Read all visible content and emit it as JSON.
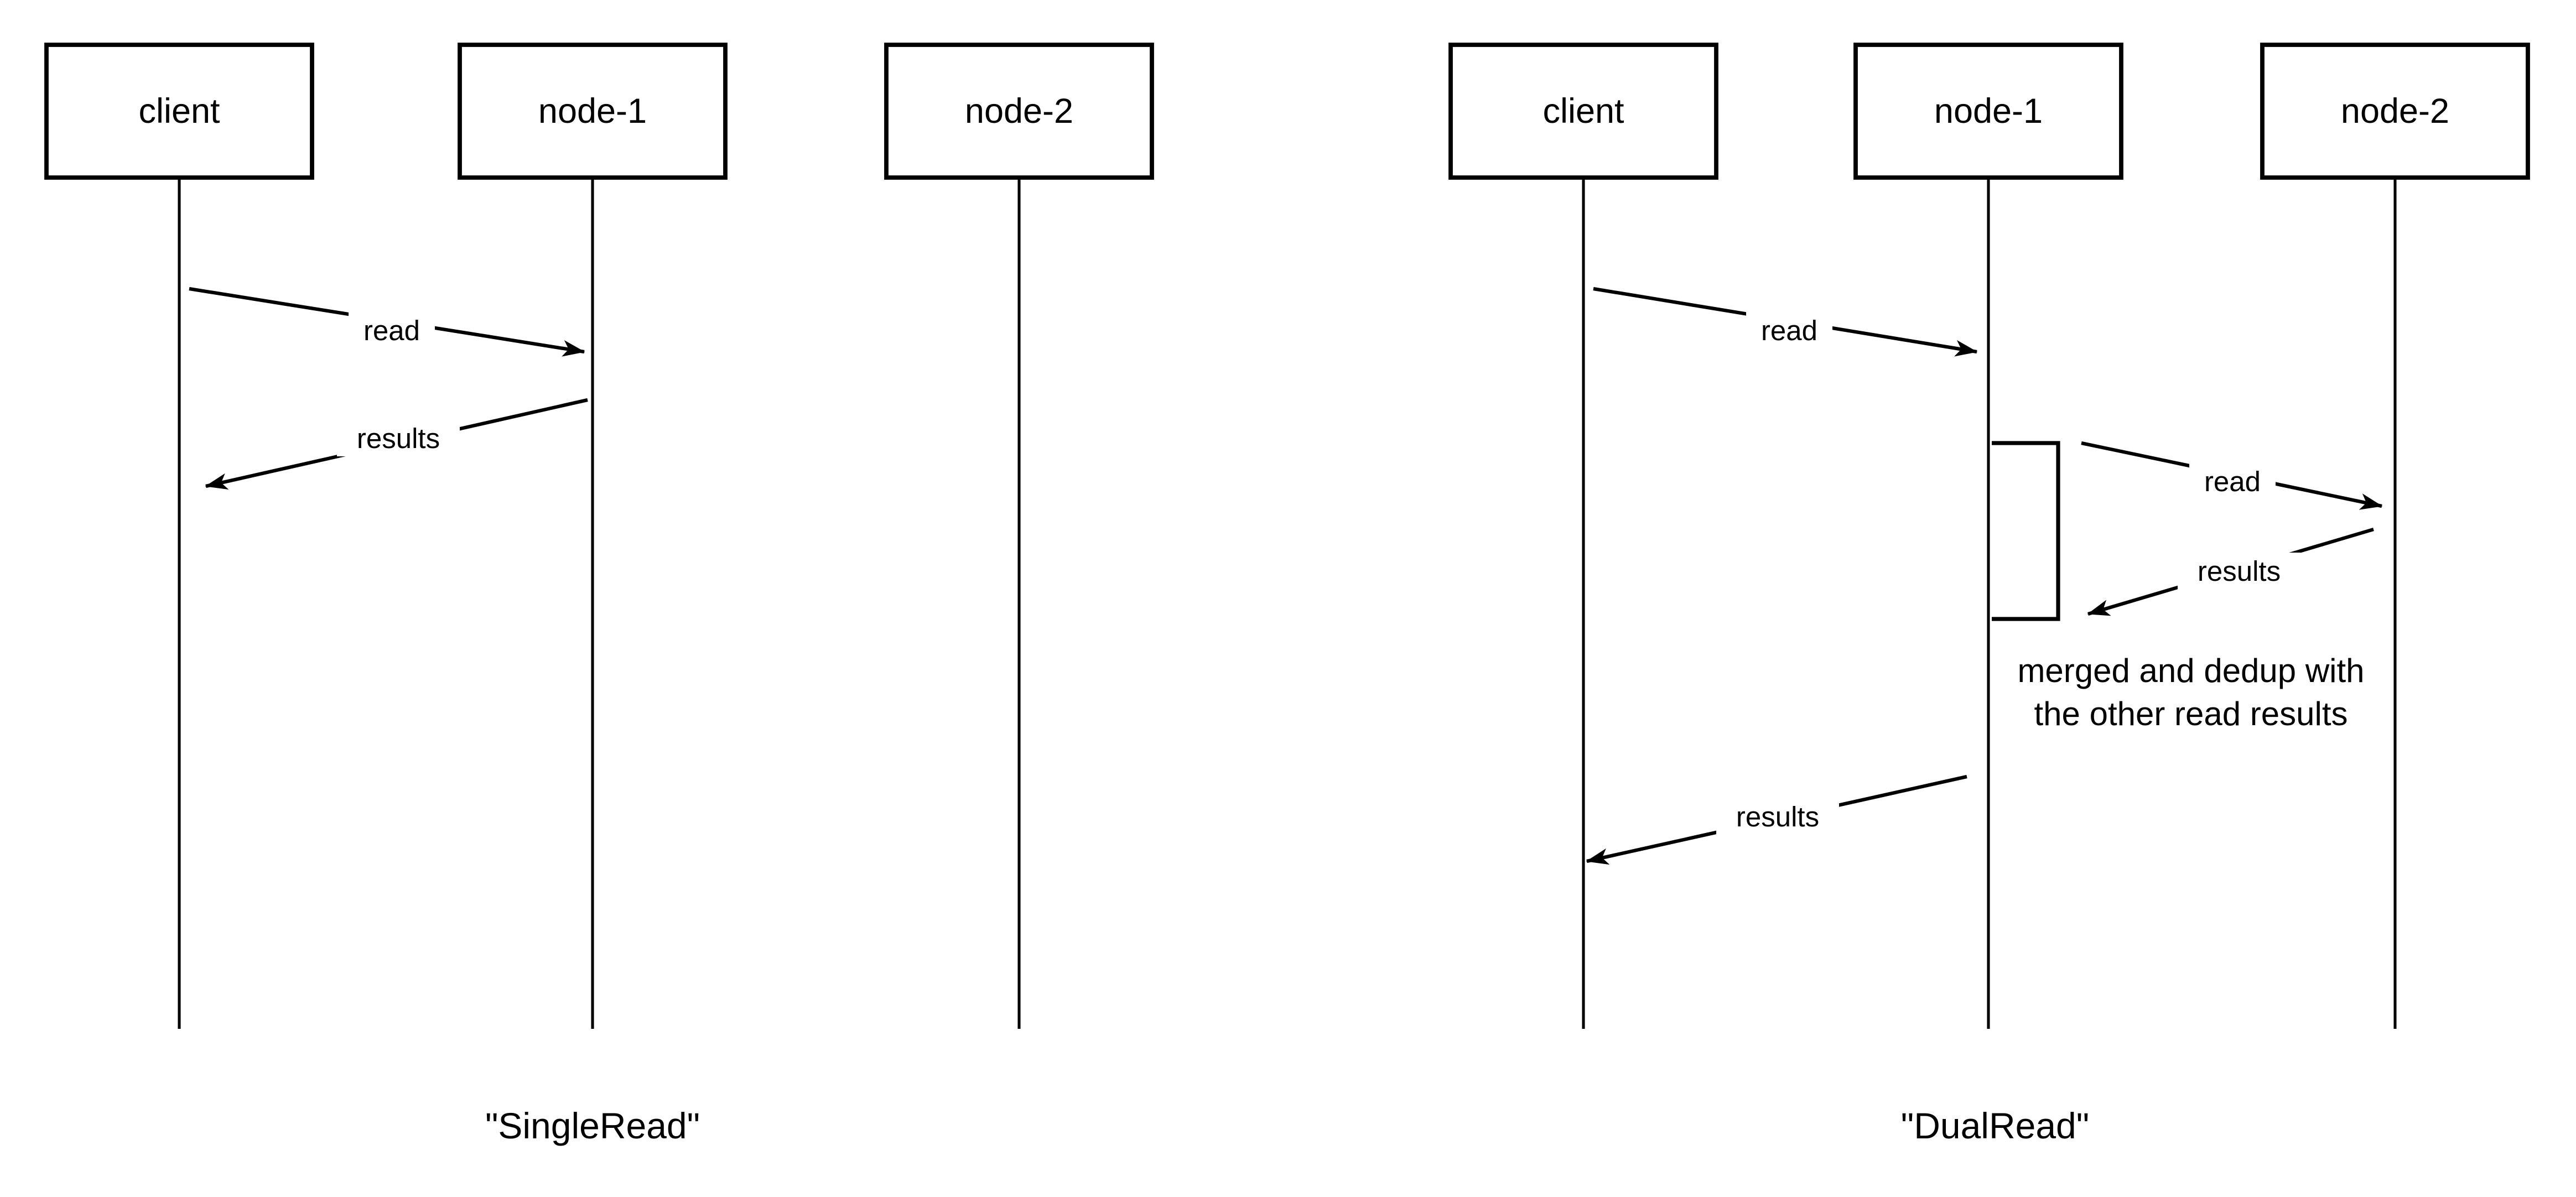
{
  "diagrams": [
    {
      "title": "\"SingleRead\"",
      "actors": [
        {
          "label": "client"
        },
        {
          "label": "node-1"
        },
        {
          "label": "node-2"
        }
      ],
      "messages": [
        {
          "label": "read",
          "from": "client",
          "to": "node-1"
        },
        {
          "label": "results",
          "from": "node-1",
          "to": "client"
        }
      ]
    },
    {
      "title": "\"DualRead\"",
      "actors": [
        {
          "label": "client"
        },
        {
          "label": "node-1"
        },
        {
          "label": "node-2"
        }
      ],
      "messages": [
        {
          "label": "read",
          "from": "client",
          "to": "node-1"
        },
        {
          "label": "read",
          "from": "node-1",
          "to": "node-2"
        },
        {
          "label": "results",
          "from": "node-2",
          "to": "node-1"
        },
        {
          "label": "results",
          "from": "node-1",
          "to": "client"
        }
      ],
      "note": {
        "line1": "merged and dedup with",
        "line2": "the other read results"
      }
    }
  ],
  "colors": {
    "stroke": "#000000",
    "background": "#ffffff"
  }
}
